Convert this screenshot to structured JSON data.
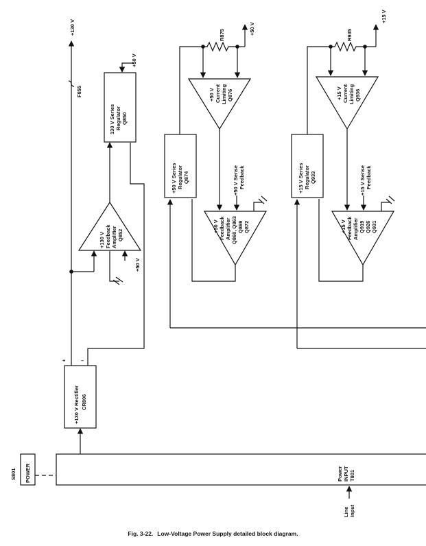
{
  "labels": {
    "s801": "S801",
    "power_switch": "POWER",
    "line_input_1": "Line",
    "line_input_2": "Input",
    "transformer_1": "Power",
    "transformer_2": "INPUT",
    "transformer_3": "T801",
    "rect_1": "+130 V Rectifier",
    "rect_2": "CR806",
    "plus_sign": "+",
    "minus_sign": "–",
    "out_130": "+130 V",
    "out_50": "+50 V",
    "out_15": "+15 V",
    "fuse": "F855",
    "reg130_1": "130 V Series",
    "reg130_2": "Regulator",
    "reg130_3": "Q850",
    "reg130_in": "+50 V",
    "fb130_1": "+130 V",
    "fb130_2": "Feedback",
    "fb130_3": "Amplifier",
    "fb130_4": "Q852",
    "fb130_ref": "+50 V",
    "r875": "R875",
    "cl50_1": "+50 V",
    "cl50_2": "Current",
    "cl50_3": "Limiting",
    "cl50_4": "Q876",
    "reg50_1": "+50 V Series",
    "reg50_2": "Regulator",
    "reg50_3": "Q874",
    "sense50_1": "+50 V Sense",
    "sense50_2": "Feedback",
    "fb50_1": "+50 V",
    "fb50_2": "Feedback",
    "fb50_3": "Amplifier",
    "fb50_4": "Q860, Q863",
    "fb50_5": "Q869",
    "fb50_6": "Q872",
    "r935": "R935",
    "cl15_1": "+15 V",
    "cl15_2": "Current",
    "cl15_3": "Limiting",
    "cl15_4": "Q936",
    "reg15_1": "+15 V Series",
    "reg15_2": "Regulator",
    "reg15_3": "Q933",
    "sense15_1": "+15 V Sense",
    "sense15_2": "Feedback",
    "fb15_1": "+15 V",
    "fb15_2": "Feedback",
    "fb15_3": "Amplifier",
    "fb15_4": "Q919",
    "fb15_5": "Q926",
    "fb15_6": "Q931"
  },
  "caption": {
    "number": "Fig. 3-22.",
    "text": "Low-Voltage Power Supply detailed block diagram."
  }
}
